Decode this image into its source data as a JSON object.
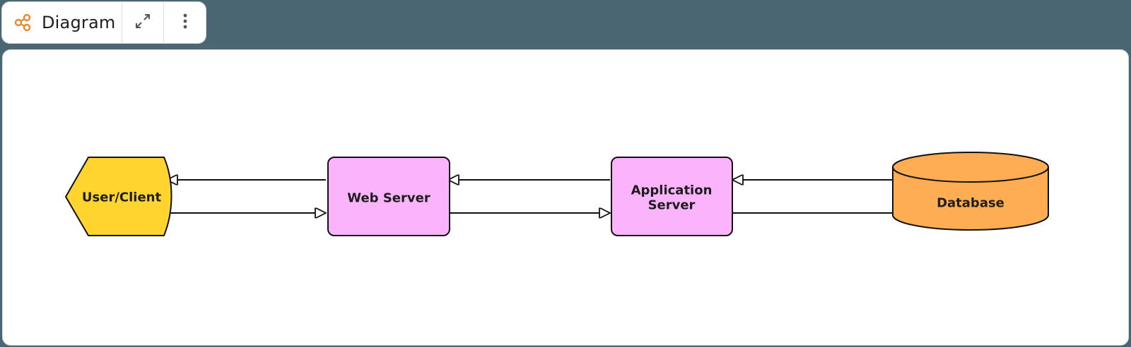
{
  "toolbar": {
    "title": "Diagram",
    "icons": {
      "diagram": "diagram-icon",
      "expand": "expand-icon",
      "more": "more-vertical-icon"
    },
    "accent_color": "#e8892c"
  },
  "diagram": {
    "nodes": [
      {
        "id": "user_client",
        "label_lines": [
          "User/Client"
        ],
        "shape": "display",
        "fill": "#ffd42e"
      },
      {
        "id": "web_server",
        "label_lines": [
          "Web Server"
        ],
        "shape": "rounded-rect",
        "fill": "#fbb4fb"
      },
      {
        "id": "app_server",
        "label_lines": [
          "Application",
          "Server"
        ],
        "shape": "rounded-rect",
        "fill": "#fbb4fb"
      },
      {
        "id": "database",
        "label_lines": [
          "Database"
        ],
        "shape": "cylinder",
        "fill": "#ffad52"
      }
    ],
    "edges": [
      {
        "from": "web_server",
        "to": "user_client"
      },
      {
        "from": "user_client",
        "to": "web_server"
      },
      {
        "from": "app_server",
        "to": "web_server"
      },
      {
        "from": "web_server",
        "to": "app_server"
      },
      {
        "from": "database",
        "to": "app_server"
      },
      {
        "from": "app_server",
        "to": "database"
      }
    ]
  }
}
